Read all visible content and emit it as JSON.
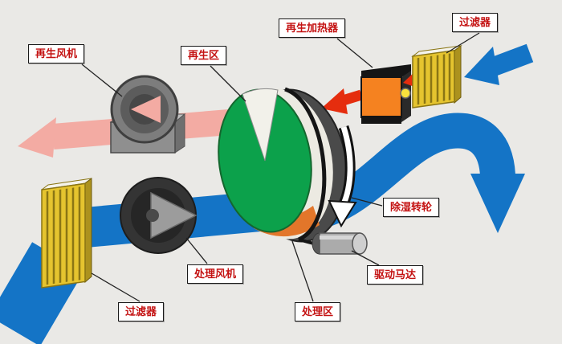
{
  "diagram": {
    "type": "rotary-desiccant-dehumidifier-schematic",
    "labels": {
      "regen_fan": "再生风机",
      "regen_zone": "再生区",
      "regen_heater": "再生加热器",
      "filter_top": "过滤器",
      "dehumid_wheel": "除湿转轮",
      "drive_motor": "驱动马达",
      "process_zone": "处理区",
      "process_fan": "处理风机",
      "filter_bottom": "过滤器"
    },
    "colors": {
      "background": "#eae9e6",
      "process-air-blue": "#1474c6",
      "regen-exhaust-pink": "#f3aba3",
      "hot-air-red": "#e52d0e",
      "wheel-green": "#0ca14b",
      "heater-orange": "#f58220",
      "filter-yellow": "#e5c42f",
      "label-red": "#c41212",
      "metal-gray": "#8f8f8f"
    }
  }
}
